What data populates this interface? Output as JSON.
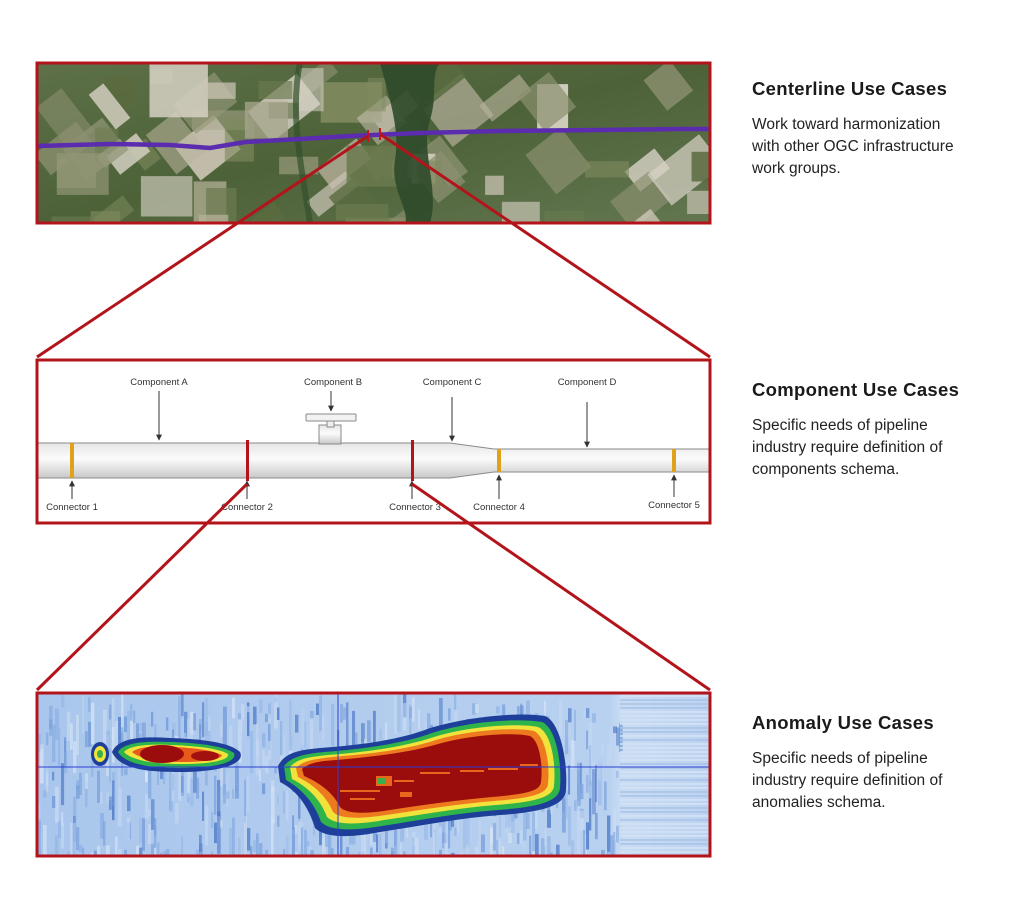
{
  "sections": {
    "centerline": {
      "title": "Centerline Use Cases",
      "lines": [
        "Work toward harmonization",
        "with other OGC infrastructure",
        "work groups."
      ]
    },
    "component": {
      "title": "Component Use Cases",
      "lines": [
        "Specific needs of pipeline",
        "industry require definition of",
        "components schema."
      ]
    },
    "anomaly": {
      "title": "Anomaly Use Cases",
      "lines": [
        "Specific needs of pipeline",
        "industry require definition of",
        "anomalies schema."
      ]
    }
  },
  "pipe_diagram": {
    "components": [
      "Component A",
      "Component B",
      "Component C",
      "Component D"
    ],
    "connectors": [
      "Connector 1",
      "Connector 2",
      "Connector 3",
      "Connector 4",
      "Connector 5"
    ]
  },
  "colors": {
    "frame_red": "#b3141b",
    "route_purple": "#5b2bb0",
    "fitting_gold": "#e0a21a",
    "heat_low": "#1f4fa8",
    "heat_mid": "#f1e23c",
    "heat_high": "#9b0d0d"
  }
}
